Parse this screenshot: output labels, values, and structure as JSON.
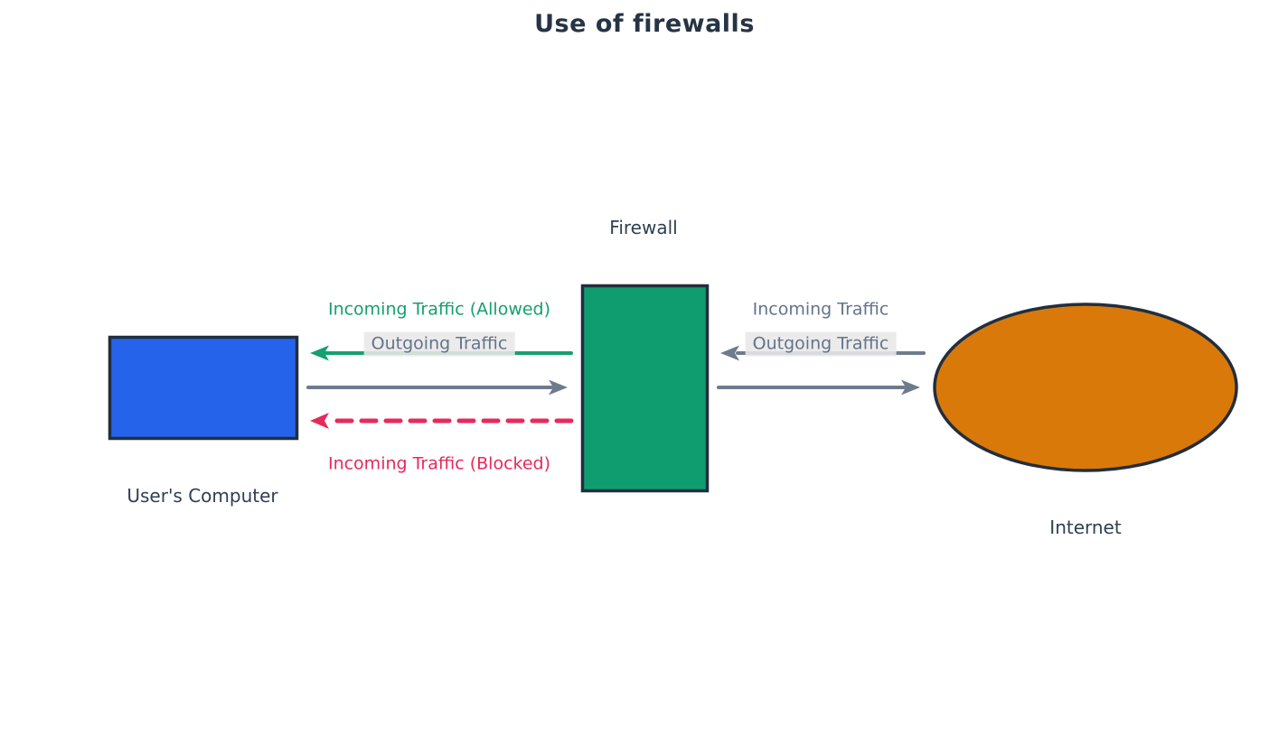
{
  "title": "Use of firewalls",
  "colors": {
    "background": "#ffffff",
    "node_border": "#212e3e",
    "title_text": "#263445",
    "node_label_text": "#2f4052",
    "gray_label_text": "#64748b",
    "edge_label_background": "#e8e8e8"
  },
  "nodes": {
    "computer": {
      "label": "User's Computer",
      "shape": "rectangle",
      "fill": "#2563eb"
    },
    "firewall": {
      "label": "Firewall",
      "shape": "rectangle",
      "fill": "#0f9d70"
    },
    "internet": {
      "label": "Internet",
      "shape": "ellipse",
      "fill": "#d9790a"
    }
  },
  "edges": {
    "incoming_allowed": {
      "label": "Incoming Traffic (Allowed)",
      "from": "Firewall",
      "to": "User's Computer",
      "color": "#16a06e",
      "style": "solid"
    },
    "outgoing_to_firewall": {
      "label": "Outgoing Traffic",
      "from": "User's Computer",
      "to": "Firewall",
      "color": "#6e7b8d",
      "style": "solid"
    },
    "incoming_blocked": {
      "label": "Incoming Traffic (Blocked)",
      "from": "Firewall",
      "to": "User's Computer",
      "color": "#e62a5c",
      "style": "dashed"
    },
    "incoming_from_internet": {
      "label": "Incoming Traffic",
      "from": "Internet",
      "to": "Firewall",
      "color": "#6e7b8d",
      "style": "solid"
    },
    "outgoing_to_internet": {
      "label": "Outgoing Traffic",
      "from": "Firewall",
      "to": "Internet",
      "color": "#6e7b8d",
      "style": "solid"
    }
  }
}
